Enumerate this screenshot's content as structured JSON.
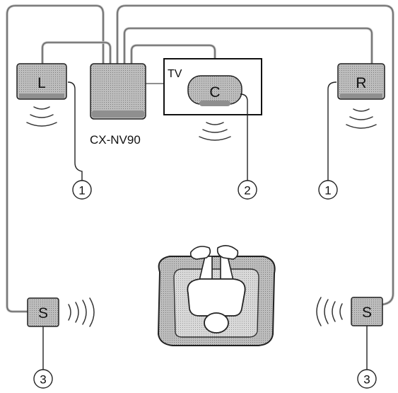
{
  "speakers": {
    "left": "L",
    "right": "R",
    "center": "C",
    "surround_left": "S",
    "surround_right": "S"
  },
  "tv_label": "TV",
  "receiver_label": "CX-NV90",
  "callouts": [
    "1",
    "2",
    "1",
    "3",
    "3"
  ]
}
